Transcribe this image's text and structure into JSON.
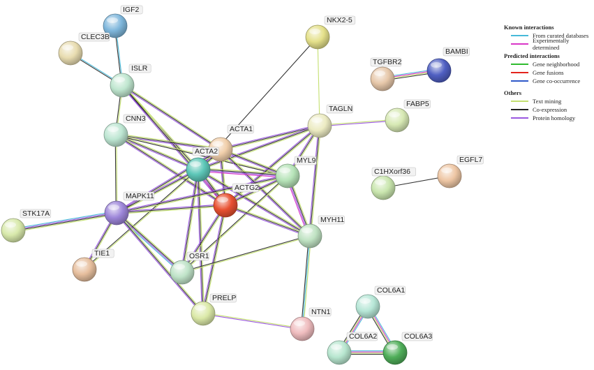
{
  "nodes": [
    {
      "id": "IGF2",
      "color": "#7fb7dc"
    },
    {
      "id": "CLEC3B",
      "color": "#e8dcb0"
    },
    {
      "id": "ISLR",
      "color": "#bfe6cf"
    },
    {
      "id": "CNN3",
      "color": "#bde6d2"
    },
    {
      "id": "NKX2-5",
      "color": "#e4e08a"
    },
    {
      "id": "TGFBR2",
      "color": "#e6c7a9"
    },
    {
      "id": "BAMBI",
      "color": "#4f5fc2"
    },
    {
      "id": "TAGLN",
      "color": "#ecebc2"
    },
    {
      "id": "FABP5",
      "color": "#d7e9b4"
    },
    {
      "id": "ACTA1",
      "color": "#f1cfab"
    },
    {
      "id": "ACTA2",
      "color": "#5dc7b8"
    },
    {
      "id": "MYL9",
      "color": "#b6e3b8"
    },
    {
      "id": "ACTG2",
      "color": "#e85030"
    },
    {
      "id": "MAPK11",
      "color": "#9d86d9"
    },
    {
      "id": "STK17A",
      "color": "#d8e9ab"
    },
    {
      "id": "MYH11",
      "color": "#bfe2c2"
    },
    {
      "id": "TIE1",
      "color": "#e7bf9e"
    },
    {
      "id": "OSR1",
      "color": "#bfe3c8"
    },
    {
      "id": "PRELP",
      "color": "#dbe9a8"
    },
    {
      "id": "NTN1",
      "color": "#efbcbe"
    },
    {
      "id": "C1HXorf36",
      "color": "#c9e6ae"
    },
    {
      "id": "EGFL7",
      "color": "#eec6a4"
    },
    {
      "id": "COL6A1",
      "color": "#b6e6d6"
    },
    {
      "id": "COL6A2",
      "color": "#b7e6cf"
    },
    {
      "id": "COL6A3",
      "color": "#4fae59"
    }
  ],
  "edges": [
    {
      "source": "IGF2",
      "target": "ISLR",
      "types": [
        "curated",
        "coexpression"
      ]
    },
    {
      "source": "CLEC3B",
      "target": "ISLR",
      "types": [
        "curated",
        "coexpression"
      ]
    },
    {
      "source": "ISLR",
      "target": "CNN3",
      "types": [
        "textmining",
        "coexpression"
      ]
    },
    {
      "source": "ISLR",
      "target": "ACTA1",
      "types": [
        "textmining",
        "coexpression",
        "homology"
      ]
    },
    {
      "source": "ISLR",
      "target": "ACTA2",
      "types": [
        "textmining",
        "coexpression",
        "homology"
      ]
    },
    {
      "source": "ISLR",
      "target": "ACTG2",
      "types": [
        "textmining",
        "coexpression",
        "homology"
      ]
    },
    {
      "source": "CNN3",
      "target": "ACTA1",
      "types": [
        "textmining",
        "coexpression",
        "homology"
      ]
    },
    {
      "source": "CNN3",
      "target": "ACTA2",
      "types": [
        "textmining",
        "coexpression",
        "homology"
      ]
    },
    {
      "source": "CNN3",
      "target": "ACTG2",
      "types": [
        "textmining",
        "coexpression",
        "homology"
      ]
    },
    {
      "source": "CNN3",
      "target": "MAPK11",
      "types": [
        "textmining",
        "coexpression"
      ]
    },
    {
      "source": "CNN3",
      "target": "MYL9",
      "types": [
        "textmining",
        "coexpression"
      ]
    },
    {
      "source": "NKX2-5",
      "target": "ACTA2",
      "types": [
        "coexpression"
      ]
    },
    {
      "source": "NKX2-5",
      "target": "TAGLN",
      "types": [
        "textmining"
      ]
    },
    {
      "source": "TGFBR2",
      "target": "BAMBI",
      "types": [
        "curated",
        "experimental",
        "textmining",
        "coexpression"
      ]
    },
    {
      "source": "TAGLN",
      "target": "FABP5",
      "types": [
        "textmining",
        "homology"
      ]
    },
    {
      "source": "TAGLN",
      "target": "ACTA1",
      "types": [
        "textmining",
        "coexpression",
        "homology"
      ]
    },
    {
      "source": "TAGLN",
      "target": "ACTA2",
      "types": [
        "textmining",
        "coexpression",
        "homology"
      ]
    },
    {
      "source": "TAGLN",
      "target": "MYL9",
      "types": [
        "textmining",
        "coexpression",
        "homology"
      ]
    },
    {
      "source": "TAGLN",
      "target": "ACTG2",
      "types": [
        "textmining",
        "coexpression",
        "homology"
      ]
    },
    {
      "source": "TAGLN",
      "target": "MYH11",
      "types": [
        "textmining",
        "coexpression",
        "homology"
      ]
    },
    {
      "source": "ACTA1",
      "target": "ACTA2",
      "types": [
        "textmining",
        "coexpression",
        "homology",
        "experimental"
      ]
    },
    {
      "source": "ACTA1",
      "target": "MYL9",
      "types": [
        "textmining",
        "coexpression",
        "homology"
      ]
    },
    {
      "source": "ACTA1",
      "target": "ACTG2",
      "types": [
        "textmining",
        "coexpression",
        "homology"
      ]
    },
    {
      "source": "ACTA1",
      "target": "MYH11",
      "types": [
        "textmining",
        "coexpression",
        "homology"
      ]
    },
    {
      "source": "ACTA1",
      "target": "MAPK11",
      "types": [
        "textmining",
        "coexpression",
        "homology"
      ]
    },
    {
      "source": "ACTA2",
      "target": "MYL9",
      "types": [
        "textmining",
        "coexpression",
        "homology",
        "experimental"
      ]
    },
    {
      "source": "ACTA2",
      "target": "ACTG2",
      "types": [
        "textmining",
        "coexpression",
        "homology",
        "experimental"
      ]
    },
    {
      "source": "ACTA2",
      "target": "MYH11",
      "types": [
        "textmining",
        "coexpression",
        "homology"
      ]
    },
    {
      "source": "ACTA2",
      "target": "MAPK11",
      "types": [
        "textmining",
        "coexpression",
        "homology"
      ]
    },
    {
      "source": "ACTA2",
      "target": "OSR1",
      "types": [
        "textmining",
        "coexpression",
        "homology"
      ]
    },
    {
      "source": "ACTA2",
      "target": "PRELP",
      "types": [
        "textmining",
        "coexpression",
        "homology"
      ]
    },
    {
      "source": "ACTA2",
      "target": "TIE1",
      "types": [
        "textmining",
        "coexpression"
      ]
    },
    {
      "source": "MYL9",
      "target": "ACTG2",
      "types": [
        "textmining",
        "coexpression",
        "homology"
      ]
    },
    {
      "source": "MYL9",
      "target": "MYH11",
      "types": [
        "textmining",
        "coexpression",
        "homology",
        "experimental"
      ]
    },
    {
      "source": "MYL9",
      "target": "MAPK11",
      "types": [
        "textmining",
        "coexpression",
        "homology"
      ]
    },
    {
      "source": "MYL9",
      "target": "OSR1",
      "types": [
        "textmining",
        "coexpression"
      ]
    },
    {
      "source": "ACTG2",
      "target": "MYH11",
      "types": [
        "textmining",
        "coexpression",
        "homology"
      ]
    },
    {
      "source": "ACTG2",
      "target": "MAPK11",
      "types": [
        "textmining",
        "coexpression",
        "homology"
      ]
    },
    {
      "source": "ACTG2",
      "target": "OSR1",
      "types": [
        "textmining",
        "coexpression",
        "homology"
      ]
    },
    {
      "source": "ACTG2",
      "target": "PRELP",
      "types": [
        "textmining",
        "coexpression",
        "homology"
      ]
    },
    {
      "source": "MAPK11",
      "target": "STK17A",
      "types": [
        "textmining",
        "coexpression",
        "homology",
        "curated"
      ]
    },
    {
      "source": "MAPK11",
      "target": "TIE1",
      "types": [
        "textmining",
        "coexpression",
        "homology"
      ]
    },
    {
      "source": "MAPK11",
      "target": "OSR1",
      "types": [
        "textmining",
        "coexpression",
        "homology",
        "curated"
      ]
    },
    {
      "source": "MAPK11",
      "target": "PRELP",
      "types": [
        "textmining",
        "coexpression",
        "homology"
      ]
    },
    {
      "source": "MYH11",
      "target": "NTN1",
      "types": [
        "textmining",
        "curated",
        "coexpression"
      ]
    },
    {
      "source": "MYH11",
      "target": "OSR1",
      "types": [
        "textmining",
        "coexpression"
      ]
    },
    {
      "source": "PRELP",
      "target": "NTN1",
      "types": [
        "textmining",
        "homology"
      ]
    },
    {
      "source": "C1HXorf36",
      "target": "EGFL7",
      "types": [
        "coexpression"
      ]
    },
    {
      "source": "COL6A1",
      "target": "COL6A2",
      "types": [
        "curated",
        "experimental",
        "textmining",
        "coexpression"
      ]
    },
    {
      "source": "COL6A1",
      "target": "COL6A3",
      "types": [
        "curated",
        "experimental",
        "textmining",
        "coexpression"
      ]
    },
    {
      "source": "COL6A2",
      "target": "COL6A3",
      "types": [
        "curated",
        "experimental",
        "textmining",
        "coexpression"
      ]
    }
  ],
  "legend": {
    "groups": [
      {
        "title": "Known interactions",
        "items": [
          {
            "label": "From curated databases",
            "color": "#47b9d9"
          },
          {
            "label": "Experimentally determined",
            "color": "#d936c8"
          }
        ]
      },
      {
        "title": "Predicted interactions",
        "items": [
          {
            "label": "Gene neighborhood",
            "color": "#2fbb2f"
          },
          {
            "label": "Gene fusions",
            "color": "#e3241c"
          },
          {
            "label": "Gene co-occurrence",
            "color": "#2e58c9"
          }
        ]
      },
      {
        "title": "Others",
        "items": [
          {
            "label": "Text mining",
            "color": "#c4e070"
          },
          {
            "label": "Co-expression",
            "color": "#222222"
          },
          {
            "label": "Protein homology",
            "color": "#9a57e0"
          }
        ]
      }
    ]
  },
  "edge_colors": {
    "curated": "#47b9d9",
    "experimental": "#d936c8",
    "textmining": "#c4e070",
    "coexpression": "#333333",
    "homology": "#9a57e0"
  }
}
